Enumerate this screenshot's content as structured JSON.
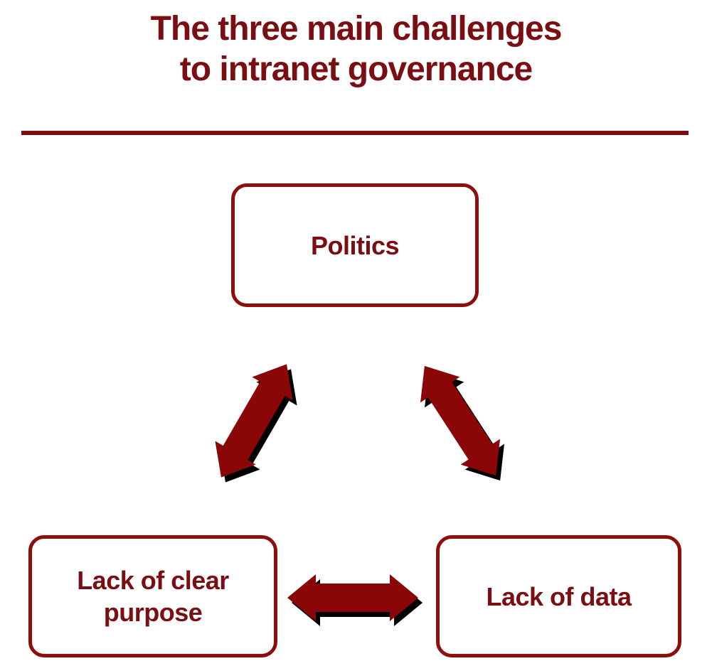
{
  "title": {
    "line1": "The three main challenges",
    "line2": "to intranet governance"
  },
  "nodes": {
    "politics": {
      "label": "Politics"
    },
    "clear_purpose": {
      "label": "Lack of clear purpose"
    },
    "lack_of_data": {
      "label": "Lack of data"
    }
  },
  "edges": [
    {
      "from": "politics",
      "to": "clear_purpose",
      "bidirectional": true
    },
    {
      "from": "politics",
      "to": "lack_of_data",
      "bidirectional": true
    },
    {
      "from": "clear_purpose",
      "to": "lack_of_data",
      "bidirectional": true
    }
  ],
  "colors": {
    "background": "#FFFFFF",
    "text_maroon": "#7B0E12",
    "box_border": "#8E0E0E",
    "divider": "#7F0D0D",
    "arrow_fill": "#8B0606",
    "arrow_shadow": "#000000"
  }
}
